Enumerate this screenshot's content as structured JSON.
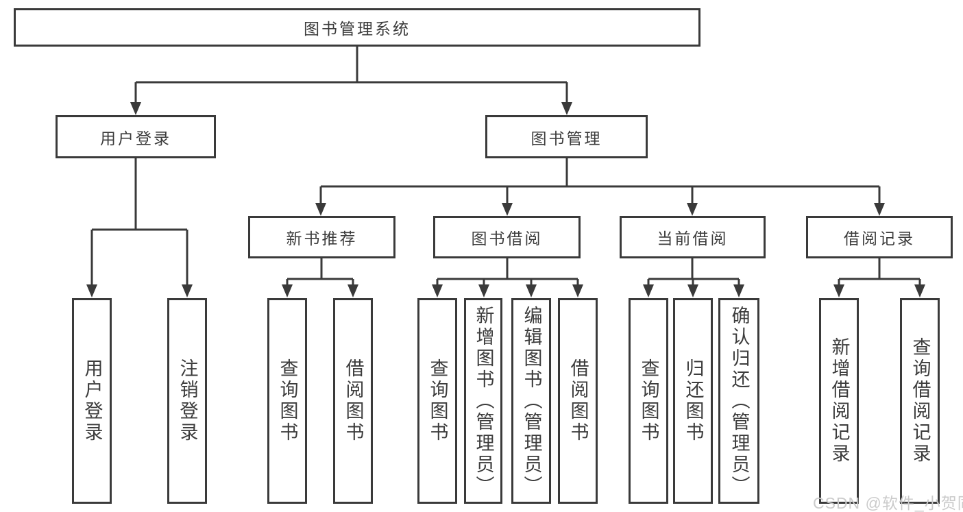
{
  "diagram": {
    "title": "图书管理系统",
    "root": {
      "label": "图书管理系统",
      "children": [
        {
          "label": "用户登录",
          "children": [
            {
              "label": "用户登录"
            },
            {
              "label": "注销登录"
            }
          ]
        },
        {
          "label": "图书管理",
          "children": [
            {
              "label": "新书推荐",
              "children": [
                {
                  "label": "查询图书"
                },
                {
                  "label": "借阅图书"
                }
              ]
            },
            {
              "label": "图书借阅",
              "children": [
                {
                  "label": "查询图书"
                },
                {
                  "label": "新增图书（管理员）"
                },
                {
                  "label": "编辑图书（管理员）"
                },
                {
                  "label": "借阅图书"
                }
              ]
            },
            {
              "label": "当前借阅",
              "children": [
                {
                  "label": "查询图书"
                },
                {
                  "label": "归还图书"
                },
                {
                  "label": "确认归还（管理员）"
                }
              ]
            },
            {
              "label": "借阅记录",
              "children": [
                {
                  "label": "新增借阅记录"
                },
                {
                  "label": "查询借阅记录"
                }
              ]
            }
          ]
        }
      ]
    }
  },
  "watermark": "CSDN @软件_小贺同学",
  "colors": {
    "line": "#3a3a3a",
    "text": "#3c3c3c",
    "watermark": "#cbcbcb",
    "background": "#ffffff"
  }
}
